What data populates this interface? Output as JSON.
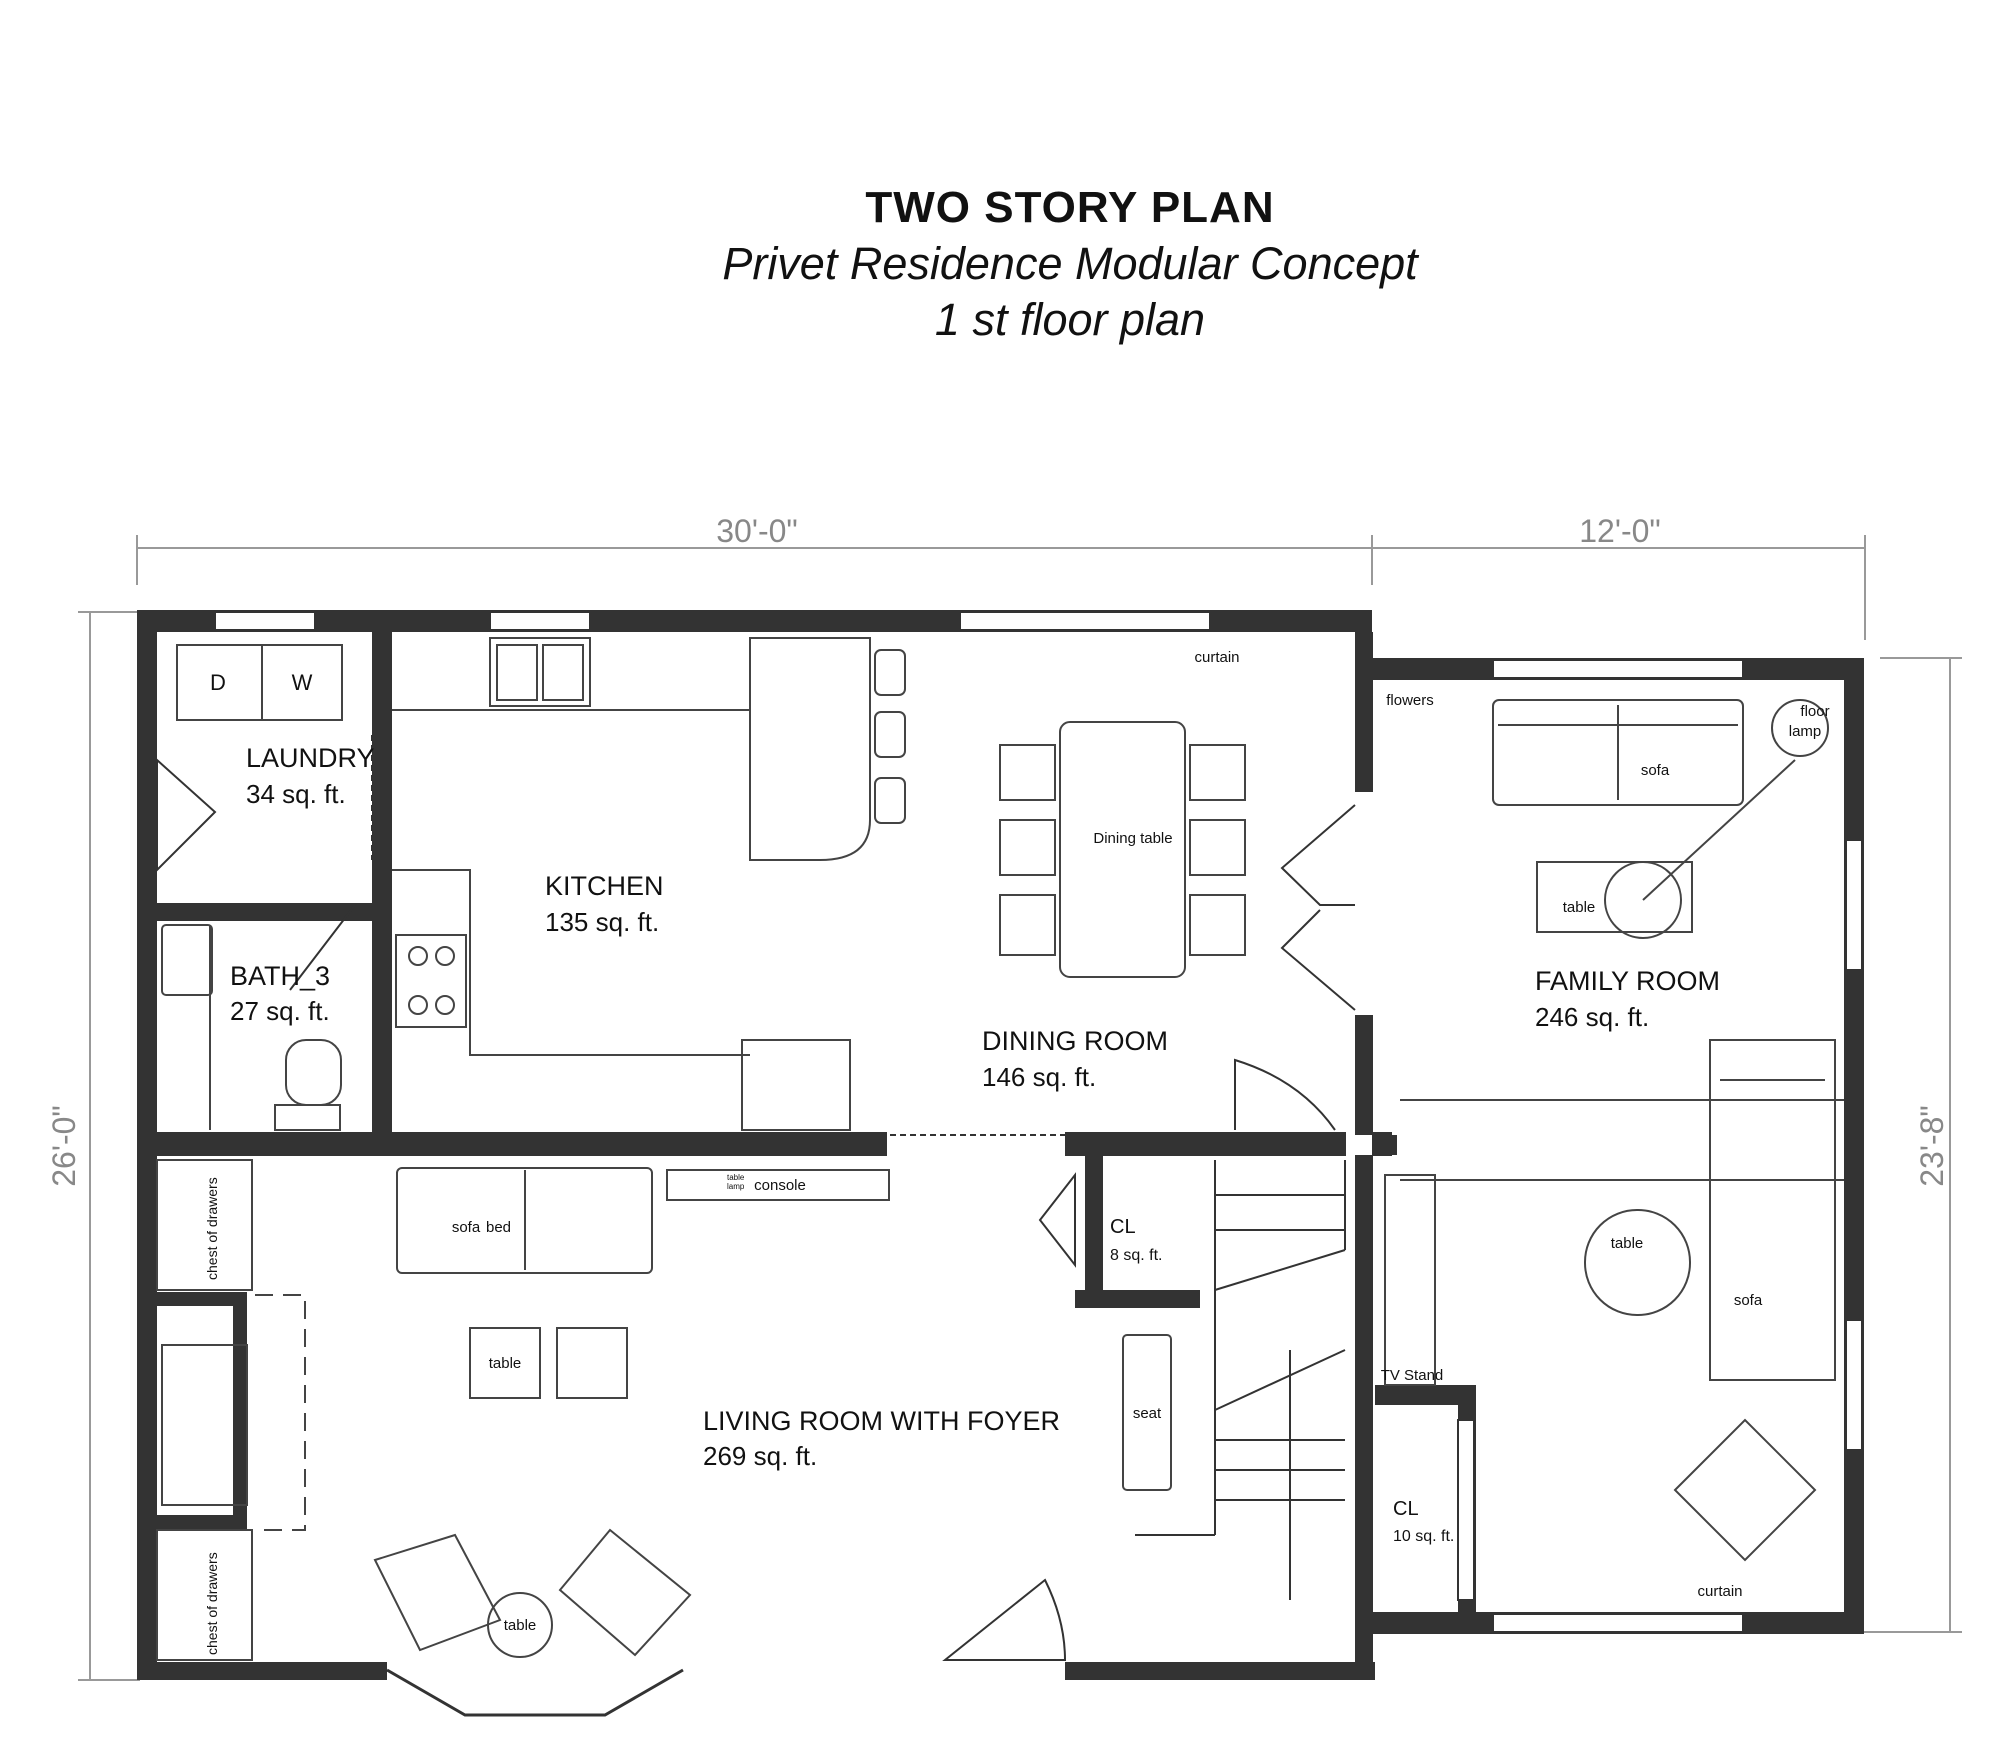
{
  "title": {
    "main": "TWO STORY PLAN",
    "subtitle": "Privet Residence Modular Concept",
    "floor": "1 st floor plan"
  },
  "dimensions": {
    "top_left": "30'-0\"",
    "top_right": "12'-0\"",
    "left": "26'-0\"",
    "right": "23'-8\""
  },
  "rooms": {
    "laundry": {
      "name": "LAUNDRY",
      "area": "34 sq. ft."
    },
    "bath": {
      "name": "BATH_3",
      "area": "27 sq. ft."
    },
    "kitchen": {
      "name": "KITCHEN",
      "area": "135 sq. ft."
    },
    "dining": {
      "name": "DINING ROOM",
      "area": "146 sq. ft."
    },
    "family": {
      "name": "FAMILY ROOM",
      "area": "246 sq. ft."
    },
    "living": {
      "name": "LIVING ROOM WITH FOYER",
      "area": "269 sq. ft."
    },
    "closet1": {
      "name": "CL",
      "area": "8 sq. ft."
    },
    "closet2": {
      "name": "CL",
      "area": "10 sq. ft."
    }
  },
  "fixtures": {
    "dryer": "D",
    "washer": "W",
    "curtain_top": "curtain",
    "curtain_bottom": "curtain",
    "flowers": "flowers",
    "floor_lamp_1": "floor",
    "floor_lamp_2": "lamp",
    "sofa_top": "sofa",
    "table_family": "table",
    "dining_table": "Dining table",
    "console": "console",
    "table_lamp_1": "table",
    "table_lamp_2": "lamp",
    "sofa_bed_1": "sofa",
    "sofa_bed_2": "bed",
    "chest_1": "chest of drawers",
    "chest_2": "chest of drawers",
    "table_living_1": "table",
    "table_living_2": "table",
    "seat": "seat",
    "tv_stand": "TV Stand",
    "table_round": "table",
    "sofa_side": "sofa"
  }
}
